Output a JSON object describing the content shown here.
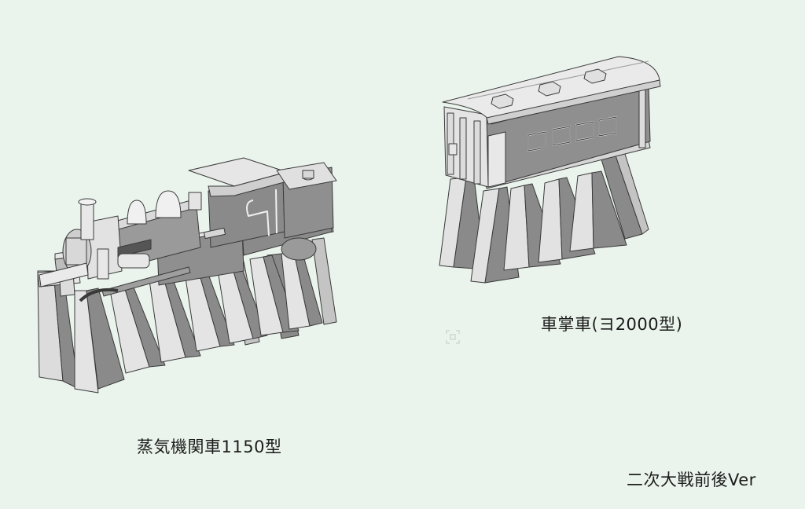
{
  "background_color": "#eaf4ec",
  "models": [
    {
      "name": "steam-locomotive",
      "label": "蒸気機関車1150型",
      "colors": {
        "light": "#efefef",
        "mid": "#c4c4c4",
        "dark": "#8a8a8a",
        "edge": "#3a3a3a"
      }
    },
    {
      "name": "brake-van",
      "label": "車掌車(ヨ2000型)",
      "colors": {
        "light": "#efefef",
        "mid": "#c4c4c4",
        "dark": "#8a8a8a",
        "edge": "#3a3a3a"
      }
    }
  ],
  "caption": "二次大戦前後Ver"
}
